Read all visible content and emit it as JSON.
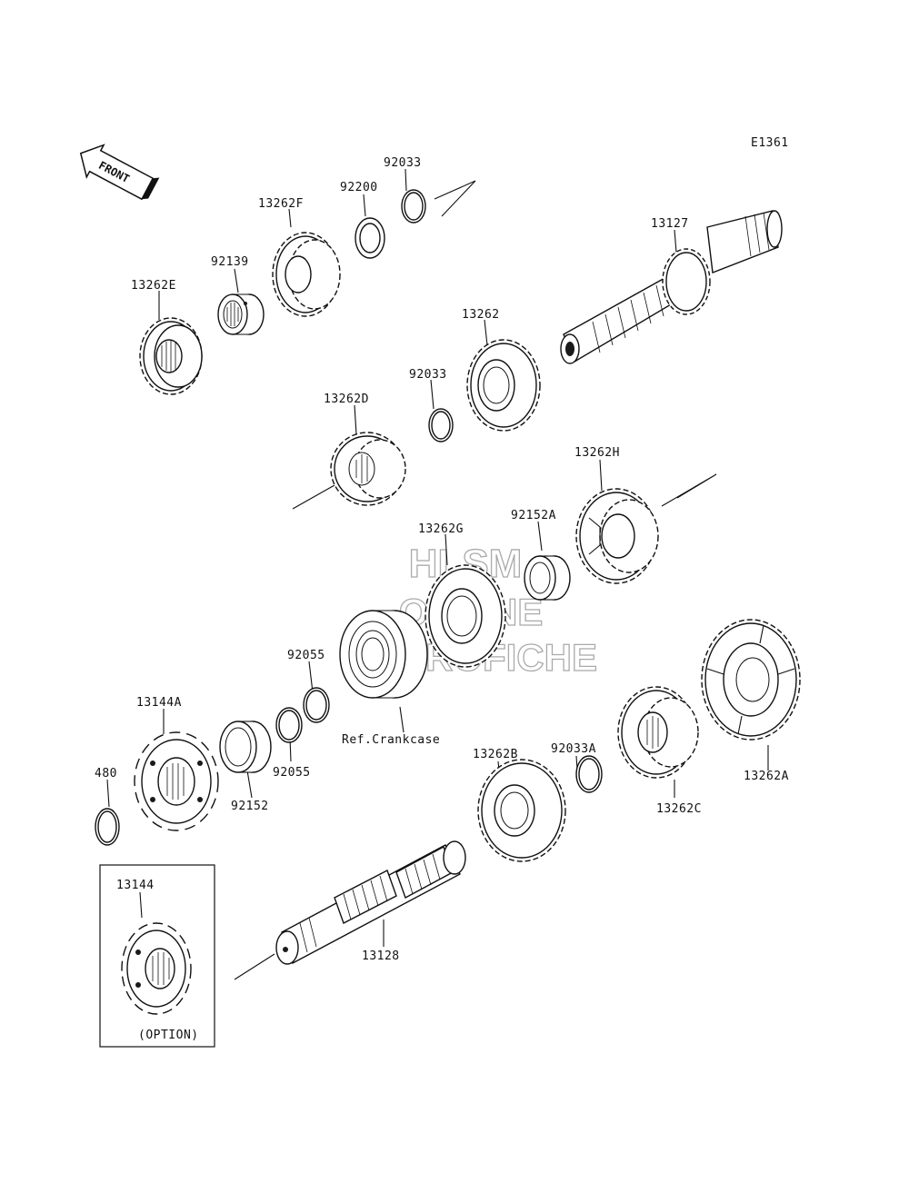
{
  "diagram": {
    "code": "E1361",
    "front_label": "FRONT",
    "option_label": "(OPTION)",
    "ref_label": "Ref.Crankcase",
    "watermark": [
      "HLSM",
      "ONLINE",
      "MICROFICHE"
    ],
    "parts": {
      "p13262E": "13262E",
      "p92139": "92139",
      "p13262F": "13262F",
      "p92200": "92200",
      "p92033_top": "92033",
      "p13127": "13127",
      "p13262": "13262",
      "p92033_mid": "92033",
      "p13262D": "13262D",
      "p13262H": "13262H",
      "p92152A": "92152A",
      "p13262G": "13262G",
      "p92055_a": "92055",
      "p92055_b": "92055",
      "p13144A": "13144A",
      "p92152": "92152",
      "p480": "480",
      "p13262B": "13262B",
      "p92033A": "92033A",
      "p13262C": "13262C",
      "p13262A": "13262A",
      "p13144": "13144",
      "p13128": "13128"
    }
  }
}
